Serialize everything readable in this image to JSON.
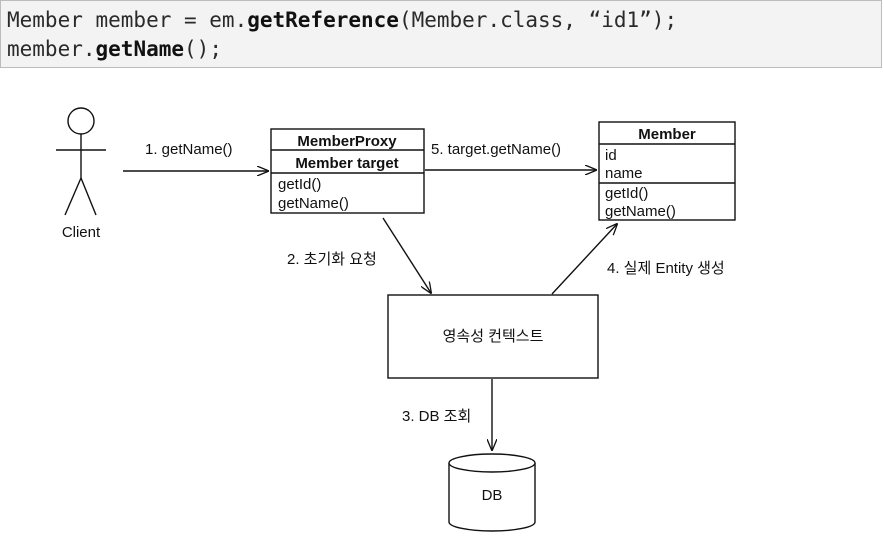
{
  "code": {
    "line1": {
      "prefix": "Member member = em.",
      "method": "getReference",
      "suffix": "(Member.class, “id1”);"
    },
    "line2": {
      "prefix": "member.",
      "method": "getName",
      "suffix": "();"
    }
  },
  "diagram": {
    "client_label": "Client",
    "proxy": {
      "title": "MemberProxy",
      "field": "Member target",
      "methods": [
        "getId()",
        "getName()"
      ]
    },
    "member": {
      "title": "Member",
      "fields": [
        "id",
        "name"
      ],
      "methods": [
        "getId()",
        "getName()"
      ]
    },
    "persistence_context_label": "영속성 컨텍스트",
    "db_label": "DB",
    "steps": {
      "step1": "1. getName()",
      "step2": "2. 초기화 요청",
      "step3": "3. DB 조회",
      "step4": "4. 실제 Entity 생성",
      "step5": "5. target.getName()"
    }
  }
}
